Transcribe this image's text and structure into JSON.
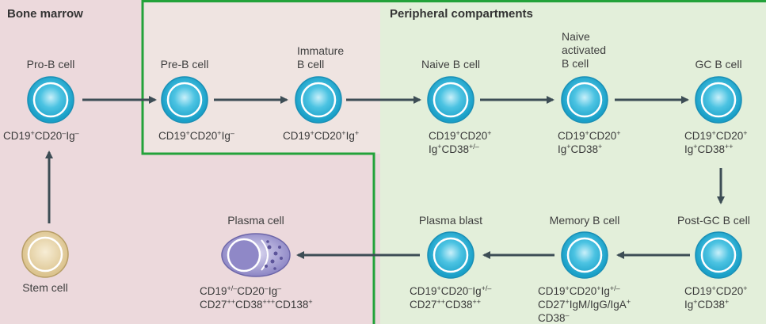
{
  "regions": {
    "bone_marrow": "Bone marrow",
    "peripheral": "Peripheral compartments"
  },
  "colors": {
    "bone_marrow_bg": "#ecd9dc",
    "peripheral_bg": "#e3efda",
    "boundary_line": "#23a23a",
    "arrow": "#3d4d55",
    "b_cell": "#2aaed3",
    "stem_cell": "#e3cfa1",
    "plasma_cell": "#8d86c6"
  },
  "cells": {
    "pro_b": {
      "label": "Pro-B cell",
      "markers": [
        "CD19<sup>+</sup>CD20<sup>–</sup>Ig<sup>–</sup>"
      ]
    },
    "pre_b": {
      "label": "Pre-B cell",
      "markers": [
        "CD19<sup>+</sup>CD20<sup>+</sup>Ig<sup>–</sup>"
      ]
    },
    "immature_b": {
      "label_lines": [
        "Immature",
        "B cell"
      ],
      "markers": [
        "CD19<sup>+</sup>CD20<sup>+</sup>Ig<sup>+</sup>"
      ]
    },
    "naive_b": {
      "label": "Naive B cell",
      "markers": [
        "CD19<sup>+</sup>CD20<sup>+</sup>",
        "Ig<sup>+</sup>CD38<sup>+/–</sup>"
      ]
    },
    "naive_activated_b": {
      "label_lines": [
        "Naive",
        "activated",
        "B cell"
      ],
      "markers": [
        "CD19<sup>+</sup>CD20<sup>+</sup>",
        "Ig<sup>+</sup>CD38<sup>+</sup>"
      ]
    },
    "gc_b": {
      "label": "GC B cell",
      "markers": [
        "CD19<sup>+</sup>CD20<sup>+</sup>",
        "Ig<sup>+</sup>CD38<sup>++</sup>"
      ]
    },
    "post_gc_b": {
      "label": "Post-GC B cell",
      "markers": [
        "CD19<sup>+</sup>CD20<sup>+</sup>",
        "Ig<sup>+</sup>CD38<sup>+</sup>"
      ]
    },
    "memory_b": {
      "label": "Memory B cell",
      "markers": [
        "CD19<sup>+</sup>CD20<sup>+</sup>Ig<sup>+/–</sup>",
        "CD27<sup>+</sup>IgM/IgG/IgA<sup>+</sup>",
        "CD38<sup>–</sup>"
      ]
    },
    "plasma_blast": {
      "label": "Plasma blast",
      "markers": [
        "CD19<sup>+</sup>CD20<sup>–</sup>Ig<sup>+/–</sup>",
        "CD27<sup>++</sup>CD38<sup>++</sup>"
      ]
    },
    "plasma": {
      "label": "Plasma cell",
      "markers": [
        "CD19<sup>+/–</sup>CD20<sup>–</sup>Ig<sup>–</sup>",
        "CD27<sup>++</sup>CD38<sup>+++</sup>CD138<sup>+</sup>"
      ]
    },
    "stem": {
      "label": "Stem cell"
    }
  }
}
